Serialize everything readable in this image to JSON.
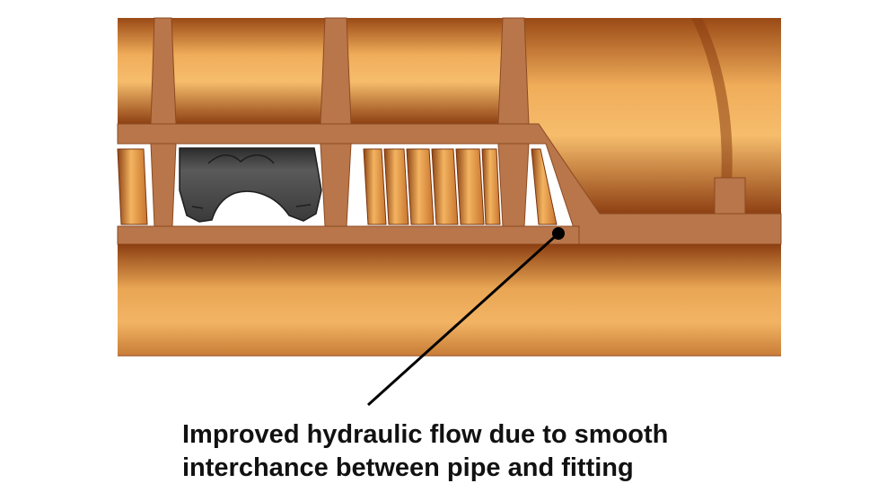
{
  "figure": {
    "subject": "Cross-section of corrugated pipe joined to a fitting with a gasket",
    "colors": {
      "pipe_light": "#f3b25e",
      "pipe_mid": "#d7893f",
      "pipe_dark": "#8a3e12",
      "pipe_wall": "#b8764a",
      "gasket": "#4a4a4a",
      "leader_line": "#000000"
    },
    "callout": {
      "line1": "Improved hydraulic flow due to smooth",
      "line2": "interchance between pipe and fitting"
    }
  }
}
